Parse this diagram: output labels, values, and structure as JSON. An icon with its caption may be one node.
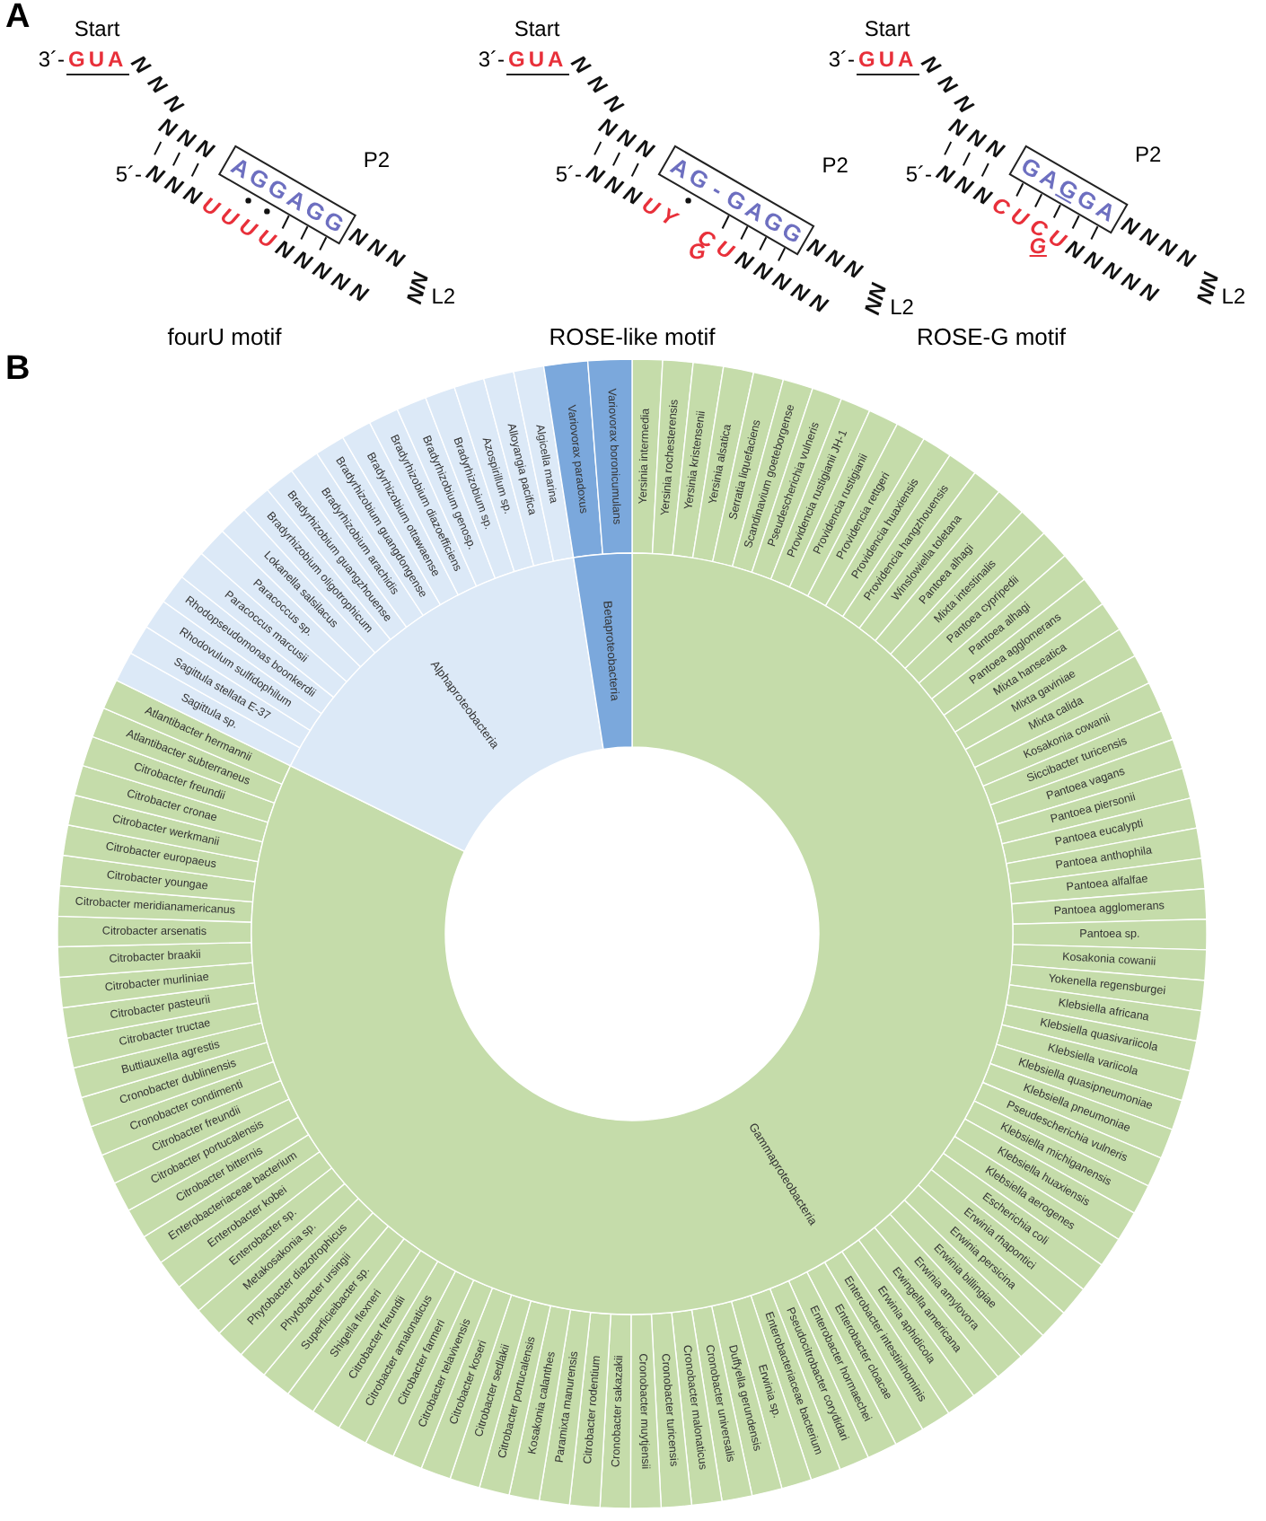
{
  "diagram": {
    "nodes": [
      {
        "text": [
          "AGGAGG"
        ],
        "beside": [
          "P2"
        ]
      },
      {
        "text": [
          "AG-GAGG"
        ],
        "beside": [
          "P2"
        ]
      },
      {
        "text": [
          "GAGGA"
        ],
        "beside": [
          "P2"
        ]
      },
      {
        "text": [
          "Gammaproteobacteria"
        ]
      },
      {
        "text": [
          "Alphaproteobacteria"
        ]
      },
      {
        "text": [
          "Betaproteobacteria"
        ]
      },
      {
        "text": [
          "Yersinia intermedia"
        ]
      },
      {
        "text": [
          "Yersinia rochesterensis"
        ]
      },
      {
        "text": [
          "Yersinia kristensenii"
        ]
      },
      {
        "text": [
          "Yersinia alsatica"
        ]
      },
      {
        "text": [
          "Serratia liquefaciens"
        ]
      },
      {
        "text": [
          "Scandinavium goeteborgense"
        ]
      },
      {
        "text": [
          "Pseudescherichia vulneris"
        ]
      },
      {
        "text": [
          "Providencia rustigianii JH-1"
        ]
      },
      {
        "text": [
          "Providencia rustigianii"
        ]
      },
      {
        "text": [
          "Providencia rettgeri"
        ]
      },
      {
        "text": [
          "Providencia huaxiensis"
        ]
      },
      {
        "text": [
          "Providencia hangzhouensis"
        ]
      },
      {
        "text": [
          "Winslowiella toletana"
        ]
      },
      {
        "text": [
          "Pantoea alhagi"
        ]
      },
      {
        "text": [
          "Mixta intestinalis"
        ]
      },
      {
        "text": [
          "Pantoea cypripedii"
        ]
      },
      {
        "text": [
          "Pantoea alhagi"
        ]
      },
      {
        "text": [
          "Pantoea agglomerans"
        ]
      },
      {
        "text": [
          "Mixta hanseatica"
        ]
      },
      {
        "text": [
          "Mixta gaviniae"
        ]
      },
      {
        "text": [
          "Mixta calida"
        ]
      },
      {
        "text": [
          "Kosakonia cowanii"
        ]
      },
      {
        "text": [
          "Siccibacter turicensis"
        ]
      },
      {
        "text": [
          "Pantoea vagans"
        ]
      },
      {
        "text": [
          "Pantoea piersonii"
        ]
      },
      {
        "text": [
          "Pantoea eucalypti"
        ]
      },
      {
        "text": [
          "Pantoea anthophila"
        ]
      },
      {
        "text": [
          "Pantoea alfalfae"
        ]
      },
      {
        "text": [
          "Pantoea agglomerans"
        ]
      },
      {
        "text": [
          "Pantoea sp."
        ]
      },
      {
        "text": [
          "Kosakonia cowanii"
        ]
      },
      {
        "text": [
          "Yokenella regensburgei"
        ]
      },
      {
        "text": [
          "Klebsiella africana"
        ]
      },
      {
        "text": [
          "Klebsiella quasivariicola"
        ]
      },
      {
        "text": [
          "Klebsiella variicola"
        ]
      },
      {
        "text": [
          "Klebsiella quasipneumoniae"
        ]
      },
      {
        "text": [
          "Klebsiella pneumoniae"
        ]
      },
      {
        "text": [
          "Pseudescherichia vulneris"
        ]
      },
      {
        "text": [
          "Klebsiella michiganensis"
        ]
      },
      {
        "text": [
          "Klebsiella huaxiensis"
        ]
      },
      {
        "text": [
          "Klebsiella aerogenes"
        ]
      },
      {
        "text": [
          "Escherichia coli"
        ]
      },
      {
        "text": [
          "Erwinia rhapontici"
        ]
      },
      {
        "text": [
          "Erwinia persicina"
        ]
      },
      {
        "text": [
          "Erwinia billingiae"
        ]
      },
      {
        "text": [
          "Erwinia amylovora"
        ]
      },
      {
        "text": [
          "Ewingella americana"
        ]
      },
      {
        "text": [
          "Erwinia aphidicola"
        ]
      },
      {
        "text": [
          "Enterobacter intestinihominis"
        ]
      },
      {
        "text": [
          "Enterobacter cloacae"
        ]
      },
      {
        "text": [
          "Enterobacter hormaechei"
        ]
      },
      {
        "text": [
          "Pseudocitrobacter corydidari"
        ]
      },
      {
        "text": [
          "Enterobacteriaceae bacterium"
        ]
      },
      {
        "text": [
          "Erwinia sp."
        ]
      },
      {
        "text": [
          "Duffyella gerundensis"
        ]
      },
      {
        "text": [
          "Cronobacter universalis"
        ]
      },
      {
        "text": [
          "Cronobacter malonaticus"
        ]
      },
      {
        "text": [
          "Cronobacter turicensis"
        ]
      },
      {
        "text": [
          "Cronobacter muytjensii"
        ]
      },
      {
        "text": [
          "Cronobacter sakazakii"
        ]
      },
      {
        "text": [
          "Citrobacter rodentium"
        ]
      },
      {
        "text": [
          "Paramixta manurensis"
        ]
      },
      {
        "text": [
          "Kosakonia calanthes"
        ]
      },
      {
        "text": [
          "Citrobacter portucalensis"
        ]
      },
      {
        "text": [
          "Citrobacter sedlakii"
        ]
      },
      {
        "text": [
          "Citrobacter koseri"
        ]
      },
      {
        "text": [
          "Citrobacter telavivensis"
        ]
      },
      {
        "text": [
          "Citrobacter farmeri"
        ]
      },
      {
        "text": [
          "Citrobacter amalonaticus"
        ]
      },
      {
        "text": [
          "Citrobacter freundii"
        ]
      },
      {
        "text": [
          "Shigella flexneri"
        ]
      },
      {
        "text": [
          "Superficieibacter sp."
        ]
      },
      {
        "text": [
          "Phytobacter ursingii"
        ]
      },
      {
        "text": [
          "Phytobacter diazotrophicus"
        ]
      },
      {
        "text": [
          "Metakosakonia sp."
        ]
      },
      {
        "text": [
          "Enterobacter sp."
        ]
      },
      {
        "text": [
          "Enterobacter kobei"
        ]
      },
      {
        "text": [
          "Enterobacteriaceae bacterium"
        ]
      },
      {
        "text": [
          "Citrobacter bitternis"
        ]
      },
      {
        "text": [
          "Citrobacter portucalensis"
        ]
      },
      {
        "text": [
          "Citrobacter freundii"
        ]
      },
      {
        "text": [
          "Cronobacter condimenti"
        ]
      },
      {
        "text": [
          "Cronobacter dublinensis"
        ]
      },
      {
        "text": [
          "Buttiauxella agrestis"
        ]
      },
      {
        "text": [
          "Citrobacter tructae"
        ]
      },
      {
        "text": [
          "Citrobacter pasteurii"
        ]
      },
      {
        "text": [
          "Citrobacter murliniae"
        ]
      },
      {
        "text": [
          "Citrobacter braakii"
        ]
      },
      {
        "text": [
          "Citrobacter arsenatis"
        ]
      },
      {
        "text": [
          "Citrobacter meridianamericanus"
        ]
      },
      {
        "text": [
          "Citrobacter youngae"
        ]
      },
      {
        "text": [
          "Citrobacter europaeus"
        ]
      },
      {
        "text": [
          "Citrobacter werkmanii"
        ]
      },
      {
        "text": [
          "Citrobacter cronae"
        ]
      },
      {
        "text": [
          "Citrobacter freundii"
        ]
      },
      {
        "text": [
          "Atlantibacter subterraneus"
        ]
      },
      {
        "text": [
          "Atlantibacter hermannii"
        ]
      },
      {
        "text": [
          "Sagittula sp."
        ]
      },
      {
        "text": [
          "Sagittula stellata E-37"
        ]
      },
      {
        "text": [
          "Rhodovulum sulfidophilum"
        ]
      },
      {
        "text": [
          "Rhodopseudomonas boonkerdii"
        ]
      },
      {
        "text": [
          "Paracoccus marcusii"
        ]
      },
      {
        "text": [
          "Paracoccus sp."
        ]
      },
      {
        "text": [
          "Lokanella salsilacus"
        ]
      },
      {
        "text": [
          "Bradyrhizobium oligotrophicum"
        ]
      },
      {
        "text": [
          "Bradyrhizobium guangzhouense"
        ]
      },
      {
        "text": [
          "Bradyrhizobium arachidis"
        ]
      },
      {
        "text": [
          "Bradyrhizobium guangdongense"
        ]
      },
      {
        "text": [
          "Bradyrhizobium ottawaense"
        ]
      },
      {
        "text": [
          "Bradyrhizobium diazoefficiens"
        ]
      },
      {
        "text": [
          "Bradyrhizobium genosp."
        ]
      },
      {
        "text": [
          "Bradyrhizobium sp."
        ]
      },
      {
        "text": [
          "Azospirillum sp."
        ]
      },
      {
        "text": [
          "Alloyangia pacifica"
        ]
      },
      {
        "text": [
          "Algicella marina"
        ]
      },
      {
        "text": [
          "Variovorax paradoxus"
        ]
      },
      {
        "text": [
          "Variovorax boronicumulans"
        ]
      }
    ],
    "labels": [
      "A",
      "Start",
      "3´-",
      "GUA",
      "NNN",
      "NNN",
      "5´-",
      "NNN",
      "UUUU",
      "NNNNN",
      "NNN",
      "NN",
      "L2",
      "fourU motif",
      "Start",
      "3´-",
      "GUA",
      "NNN",
      "NNN",
      "5´-",
      "NNN",
      "UY",
      "G",
      "CU",
      "NNNNN",
      "NNN",
      "NN",
      "L2",
      "ROSE-like motif",
      "Start",
      "3´-",
      "GUA",
      "NNN",
      "NNN",
      "5´-",
      "NNN",
      "CU",
      "G",
      "CU",
      "NNNNN",
      "NNNN",
      "NN",
      "L2",
      "ROSE-G motif",
      "B"
    ]
  }
}
